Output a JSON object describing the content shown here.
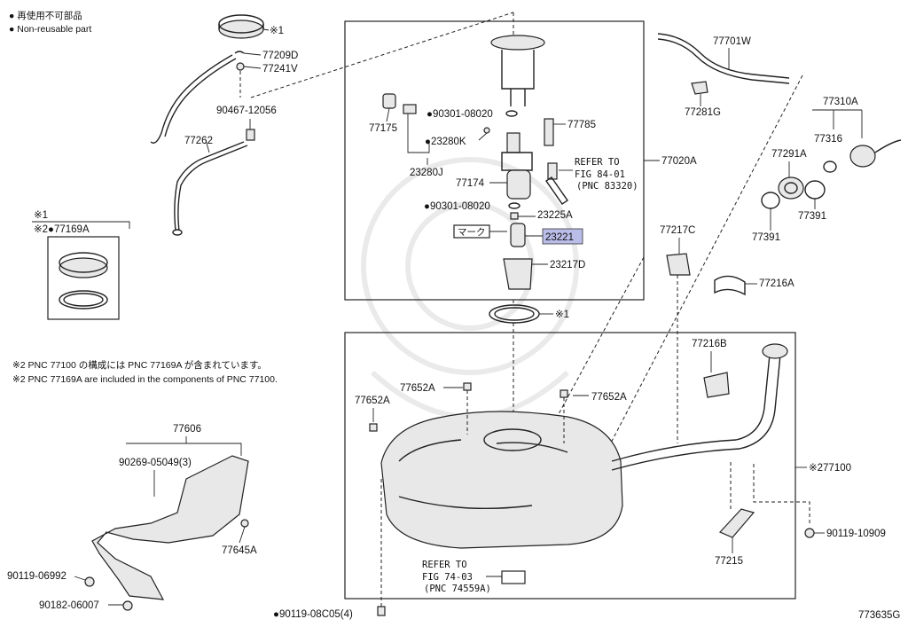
{
  "legend": {
    "item_jp": "● 再使用不可部品",
    "item_en": "● Non-reusable part"
  },
  "notes": {
    "jp": "※2 PNC 77100 の構成には PNC 77169A が含まれています。",
    "en": "※2 PNC 77169A are included in the components of PNC 77100."
  },
  "callouts": {
    "p77209D": "77209D",
    "p77241V": "77241V",
    "mark1_top": "※1",
    "p90467": "90467-12056",
    "p77262": "77262",
    "mark1_kit": "※1",
    "p77169A": "※2●77169A",
    "p77175": "77175",
    "p90301a": "●90301-08020",
    "p23280K": "●23280K",
    "p23280J": "23280J",
    "p77174": "77174",
    "p90301b": "●90301-08020",
    "mark_jp": "マーク",
    "p23221": "23221",
    "p23225A": "23225A",
    "p23217D": "23217D",
    "p77785": "77785",
    "refer1_a": "REFER TO",
    "refer1_b": "FIG 84-01",
    "refer1_c": "(PNC 83320)",
    "p77020A": "77020A",
    "mark1_gasket": "※1",
    "p77701W": "77701W",
    "p77281G": "77281G",
    "p77310A": "77310A",
    "p77316": "77316",
    "p77291A": "77291A",
    "p77391a": "77391",
    "p77391b": "77391",
    "p77217C": "77217C",
    "p77216A": "77216A",
    "p77216B": "77216B",
    "p77652A_a": "77652A",
    "p77652A_b": "77652A",
    "p77652A_c": "77652A",
    "p77100": "※277100",
    "p90119_10909": "90119-10909",
    "p77215": "77215",
    "refer2_a": "REFER TO",
    "refer2_b": "FIG 74-03",
    "refer2_c": "(PNC 74559A)",
    "p90119_08C05": "●90119-08C05(4)",
    "p77606": "77606",
    "p90269": "90269-05049(3)",
    "p77645A": "77645A",
    "p90119_06992": "90119-06992",
    "p90182": "90182-06007",
    "fig_id": "773635G"
  },
  "colors": {
    "highlight": "#b9bde8",
    "line": "#222222"
  }
}
